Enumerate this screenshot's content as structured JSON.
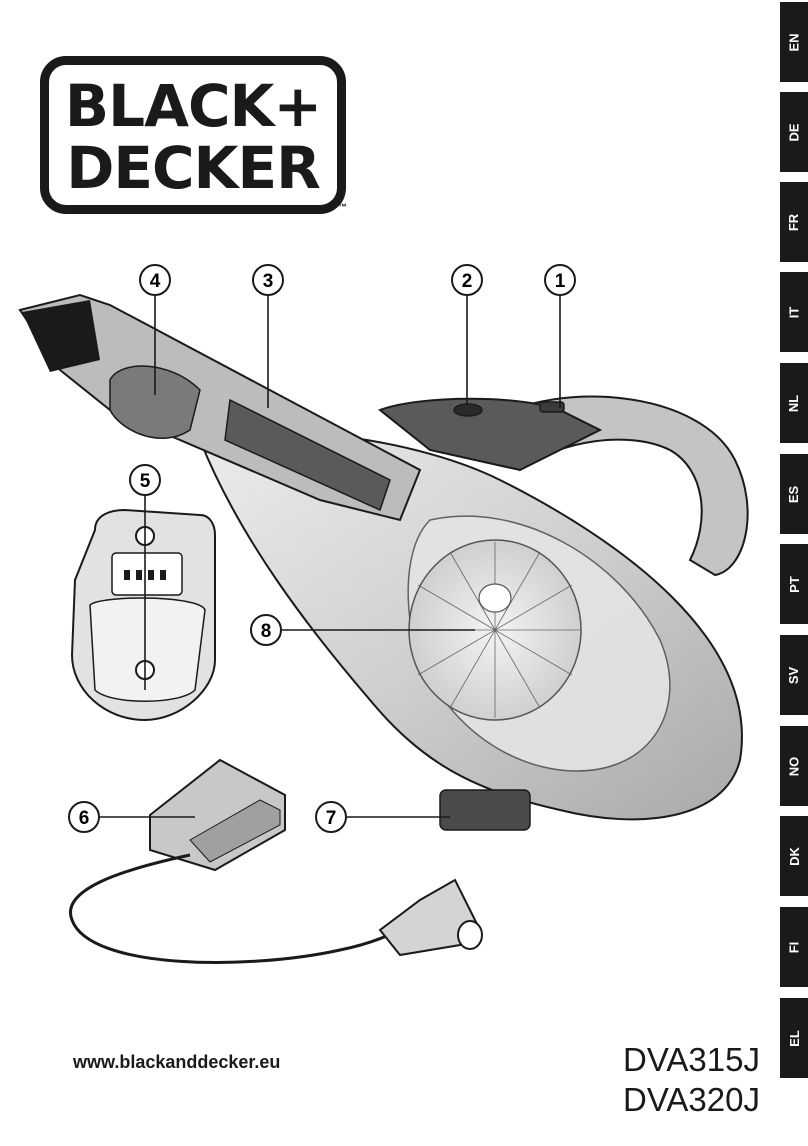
{
  "brand": {
    "line1": "BLACK+",
    "line2": "DECKER",
    "trademark": "™"
  },
  "languages": [
    "EN",
    "DE",
    "FR",
    "IT",
    "NL",
    "ES",
    "PT",
    "SV",
    "NO",
    "DK",
    "FI",
    "EL"
  ],
  "callouts": [
    "1",
    "2",
    "3",
    "4",
    "5",
    "6",
    "7",
    "8"
  ],
  "footer": {
    "website": "www.blackanddecker.eu",
    "model1": "DVA315J",
    "model2": "DVA320J"
  },
  "colors": {
    "ink": "#1a1a1a",
    "body_grey": "#bdbdbd",
    "light_grey": "#dedede",
    "dark_grey": "#4a4a4a"
  }
}
